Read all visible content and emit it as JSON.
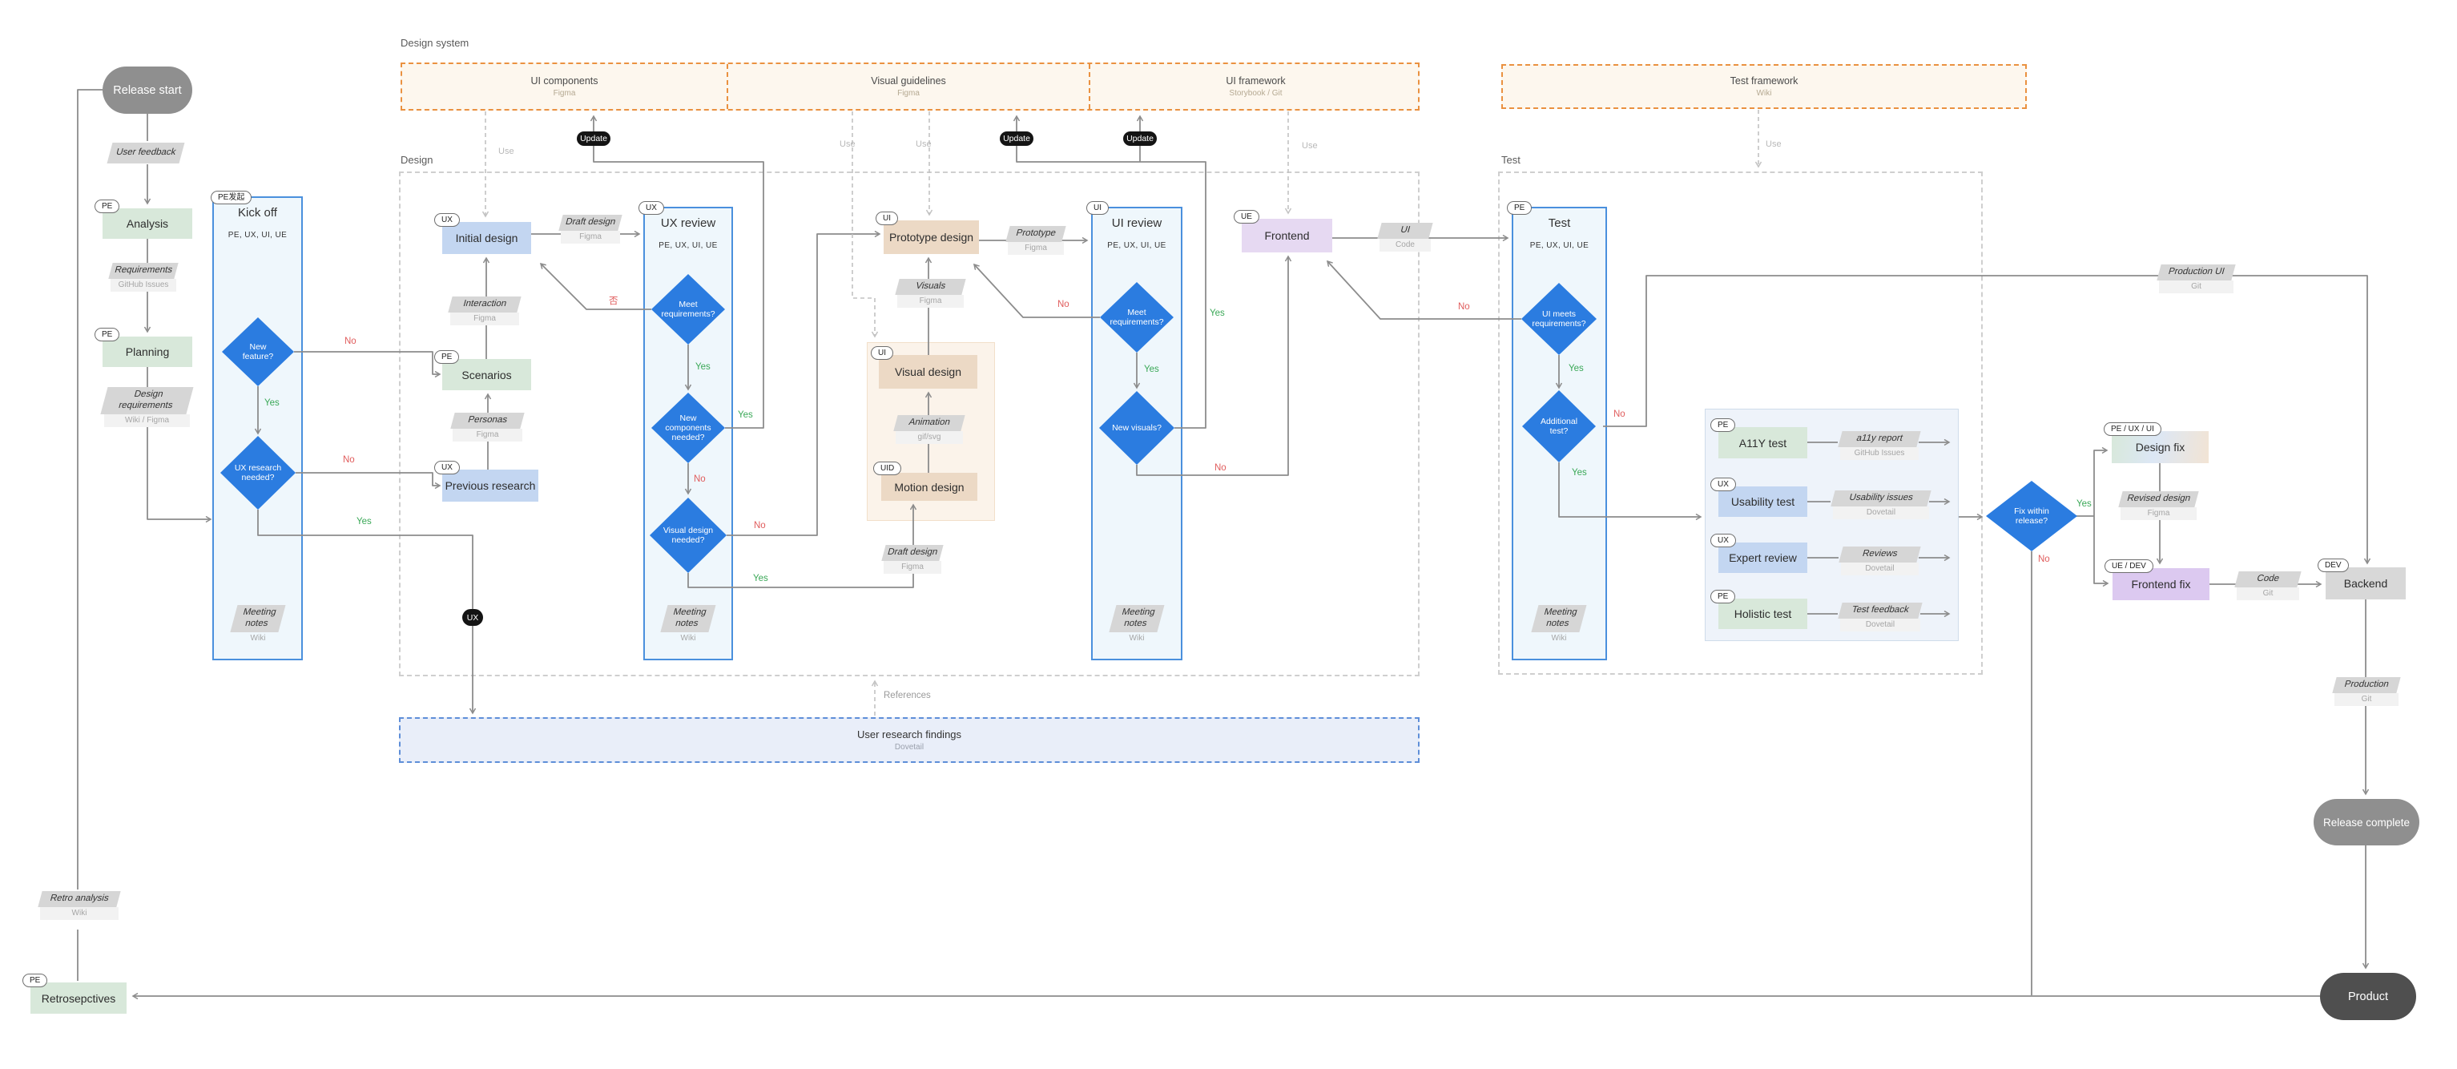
{
  "labels": {
    "yes": "Yes",
    "no": "No",
    "no_cn": "否",
    "use": "Use",
    "update": "Update",
    "references": "References"
  },
  "sections": {
    "design_system": {
      "title": "Design system",
      "cells": [
        {
          "title": "UI components",
          "tool": "Figma"
        },
        {
          "title": "Visual guidelines",
          "tool": "Figma"
        },
        {
          "title": "UI framework",
          "tool": "Storybook / Git"
        }
      ]
    },
    "test_framework": {
      "title": "Test framework",
      "tool": "Wiki"
    },
    "design": {
      "title": "Design"
    },
    "test": {
      "title": "Test"
    }
  },
  "phases": {
    "kickoff": {
      "badge": "PE发起",
      "title": "Kick off",
      "roles": "PE, UX, UI, UE",
      "notes_label": "Meeting notes",
      "notes_tool": "Wiki"
    },
    "ux_review": {
      "badge": "UX",
      "title": "UX review",
      "roles": "PE, UX, UI, UE",
      "notes_label": "Meeting notes",
      "notes_tool": "Wiki"
    },
    "ui_review": {
      "badge": "UI",
      "title": "UI review",
      "roles": "PE, UX, UI, UE",
      "notes_label": "Meeting notes",
      "notes_tool": "Wiki"
    },
    "test": {
      "badge": "PE",
      "title": "Test",
      "roles": "PE, UX, UI, UE",
      "notes_label": "Meeting notes",
      "notes_tool": "Wiki"
    }
  },
  "nodes": {
    "release_start": {
      "label": "Release start"
    },
    "user_feedback": {
      "label": "User feedback"
    },
    "analysis": {
      "badge": "PE",
      "label": "Analysis"
    },
    "requirements": {
      "label": "Requirements",
      "tool": "GitHub Issues"
    },
    "planning": {
      "badge": "PE",
      "label": "Planning"
    },
    "design_requirements": {
      "label": "Design requirements",
      "tool": "Wiki / Figma"
    },
    "initial_design": {
      "badge": "UX",
      "label": "Initial design"
    },
    "draft_design_1": {
      "label": "Draft design",
      "tool": "Figma"
    },
    "interaction": {
      "label": "Interaction",
      "tool": "Figma"
    },
    "scenarios": {
      "badge": "PE",
      "label": "Scenarios"
    },
    "personas": {
      "label": "Personas",
      "tool": "Figma"
    },
    "previous_research": {
      "badge": "UX",
      "label": "Previous research"
    },
    "prototype_design": {
      "badge": "UI",
      "label": "Prototype design"
    },
    "prototype": {
      "label": "Prototype",
      "tool": "Figma"
    },
    "visuals": {
      "label": "Visuals",
      "tool": "Figma"
    },
    "visual_design": {
      "badge": "UI",
      "label": "Visual design"
    },
    "animation": {
      "label": "Animation",
      "tool": "gif/svg"
    },
    "motion_design": {
      "badge": "UID",
      "label": "Motion design"
    },
    "draft_design_2": {
      "label": "Draft design",
      "tool": "Figma"
    },
    "frontend": {
      "badge": "UE",
      "label": "Frontend"
    },
    "ui_code": {
      "label": "UI",
      "tool": "Code"
    },
    "ux_pill": {
      "label": "UX"
    },
    "research_findings": {
      "label": "User research findings",
      "tool": "Dovetail"
    },
    "a11y_test": {
      "badge": "PE",
      "label": "A11Y test"
    },
    "a11y_report": {
      "label": "a11y report",
      "tool": "GitHub Issues"
    },
    "usability_test": {
      "badge": "UX",
      "label": "Usability test"
    },
    "usability_issues": {
      "label": "Usability issues",
      "tool": "Dovetail"
    },
    "expert_review": {
      "badge": "UX",
      "label": "Expert review"
    },
    "reviews": {
      "label": "Reviews",
      "tool": "Dovetail"
    },
    "holistic_test": {
      "badge": "PE",
      "label": "Holistic test"
    },
    "test_feedback": {
      "label": "Test feedback",
      "tool": "Dovetail"
    },
    "design_fix": {
      "badge": "PE / UX / UI",
      "label": "Design fix"
    },
    "revised_design": {
      "label": "Revised design",
      "tool": "Figma"
    },
    "frontend_fix": {
      "badge": "UE / DEV",
      "label": "Frontend fix"
    },
    "code": {
      "label": "Code",
      "tool": "Git"
    },
    "backend": {
      "badge": "DEV",
      "label": "Backend"
    },
    "production_ui": {
      "label": "Production UI",
      "tool": "Git"
    },
    "production": {
      "label": "Production",
      "tool": "Git"
    },
    "release_complete": {
      "label": "Release complete"
    },
    "product": {
      "label": "Product"
    },
    "retro_analysis": {
      "label": "Retro analysis",
      "tool": "Wiki"
    },
    "retrospectives": {
      "badge": "PE",
      "label": "Retrosepctives"
    }
  },
  "diamonds": {
    "new_feature": {
      "label": "New feature?"
    },
    "ux_research": {
      "label": "UX research needed?"
    },
    "meet_req_ux": {
      "label": "Meet requirements?"
    },
    "new_components": {
      "label": "New components needed?"
    },
    "visual_design_needed": {
      "label": "Visual design needed?"
    },
    "meet_req_ui": {
      "label": "Meet requirements?"
    },
    "new_visuals": {
      "label": "New visuals?"
    },
    "ui_meets_req": {
      "label": "UI meets requirements?"
    },
    "additional_test": {
      "label": "Additional test?"
    },
    "fix_within_release": {
      "label": "Fix within release?"
    }
  }
}
